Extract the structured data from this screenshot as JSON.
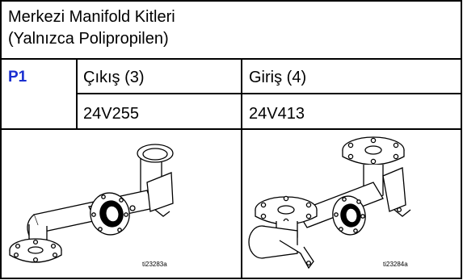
{
  "table": {
    "title_line1": "Merkezi Manifold Kitleri",
    "title_line2": "(Yalnızca Polipropilen)",
    "row_label": "P1",
    "outlet_header": "Çıkış (3)",
    "inlet_header": "Giriş (4)",
    "outlet_part": "24V255",
    "inlet_part": "24V413",
    "outlet_figure_code": "ti23283a",
    "inlet_figure_code": "ti23284a"
  },
  "colors": {
    "row_label": "#1a2fd0"
  }
}
